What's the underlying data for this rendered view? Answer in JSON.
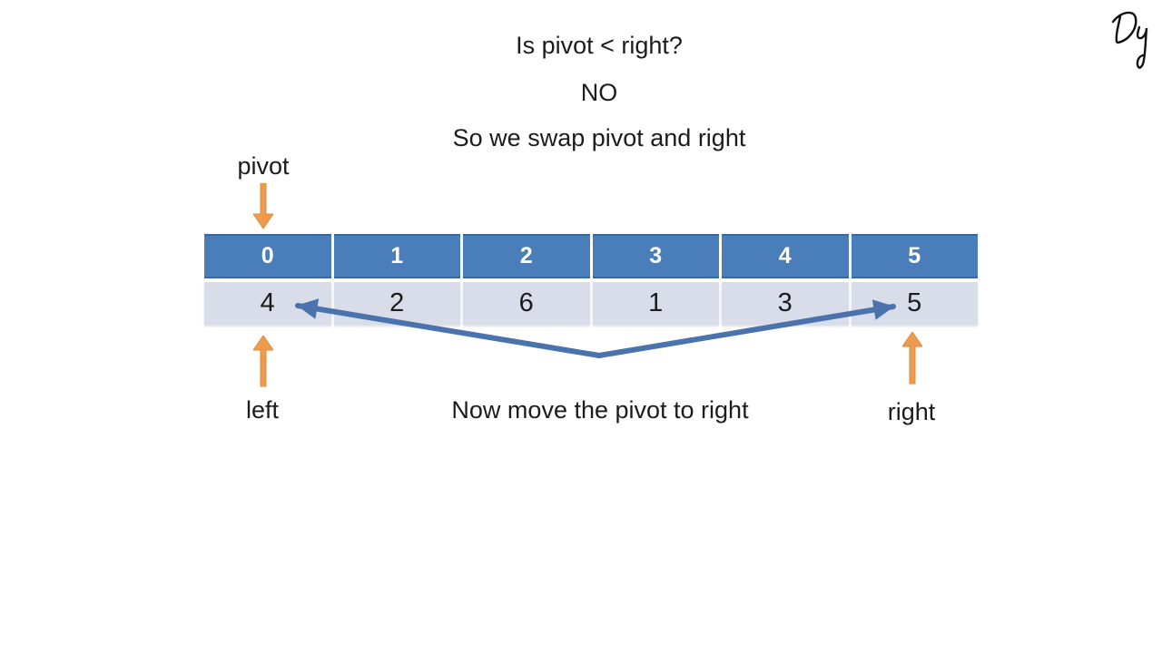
{
  "slide": {
    "question": "Is pivot < right?",
    "answer": "NO",
    "action": "So we swap pivot and right",
    "instruction": "Now move the pivot to right"
  },
  "pointers": {
    "pivot_label": "pivot",
    "left_label": "left",
    "right_label": "right"
  },
  "array_table": {
    "indices": [
      "0",
      "1",
      "2",
      "3",
      "4",
      "5"
    ],
    "values": [
      "4",
      "2",
      "6",
      "1",
      "3",
      "5"
    ],
    "header_bg": "#4A7EBB",
    "header_text": "#FFFFFF",
    "row_bg": "#D9DDEA",
    "row_text": "#1A1A1A"
  },
  "colors": {
    "pointer_arrow": "#EF9B4D",
    "pointer_arrow_edge": "#DE8A3A",
    "swap_arrow": "#4A73AE",
    "text": "#1C1C1C",
    "background": "#FFFFFF"
  },
  "logo": {
    "monogram": "Dy"
  }
}
